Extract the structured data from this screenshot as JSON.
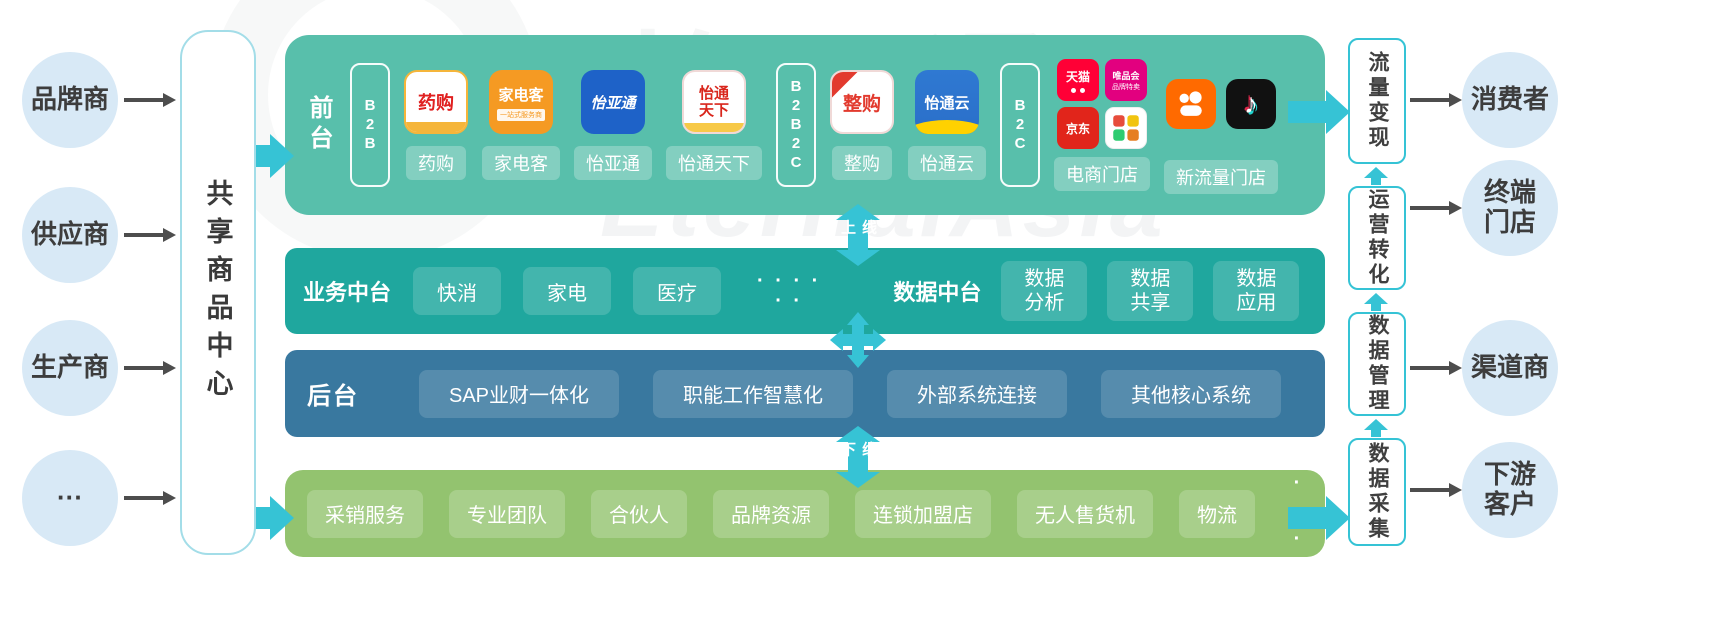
{
  "watermark": {
    "cn": "怡亚通",
    "en": "EternalAsia"
  },
  "left_entities": [
    "品牌商",
    "供应商",
    "生产商",
    "···"
  ],
  "shared_center": "共享商品中心",
  "front": {
    "title": "前台",
    "channels": [
      "B2B",
      "B2B2C",
      "B2C"
    ],
    "b2b_apps": [
      {
        "icon": "药购",
        "label": "药购"
      },
      {
        "icon": "家电客",
        "icon_sub": "一站式服务商",
        "label": "家电客"
      },
      {
        "icon": "怡亚通",
        "label": "怡亚通"
      },
      {
        "icon": "怡通天下",
        "label": "怡通天下"
      }
    ],
    "b2b2c_apps": [
      {
        "icon": "整购",
        "label": "整购"
      },
      {
        "icon": "怡通云",
        "label": "怡通云"
      }
    ],
    "ecom": {
      "label": "电商门店",
      "tmall": "天猫",
      "vip": "唯品会",
      "vip_sub": "品牌特卖",
      "jd": "京东"
    },
    "newflow": {
      "label": "新流量门店"
    }
  },
  "middle_layer": {
    "business_title": "业务中台",
    "business_items": [
      "快消",
      "家电",
      "医疗"
    ],
    "dots": "· · · ·\n· ·",
    "data_title": "数据中台",
    "data_items": [
      "数据分析",
      "数据共享",
      "数据应用"
    ]
  },
  "back_layer": {
    "title": "后台",
    "items": [
      "SAP业财一体化",
      "职能工作智慧化",
      "外部系统连接",
      "其他核心系统"
    ]
  },
  "base_layer": {
    "items": [
      "采销服务",
      "专业团队",
      "合伙人",
      "品牌资源",
      "连锁加盟店",
      "无人售货机",
      "物流"
    ],
    "dots": "···"
  },
  "connectors": {
    "online": "线上",
    "offline": "线下"
  },
  "glyphs": {
    "music_note": "♪"
  },
  "right_stages": [
    "流量变现",
    "运营转化",
    "数据管理",
    "数据采集"
  ],
  "right_entities": [
    "消费者",
    "终端\n门店",
    "渠道商",
    "下游\n客户"
  ]
}
